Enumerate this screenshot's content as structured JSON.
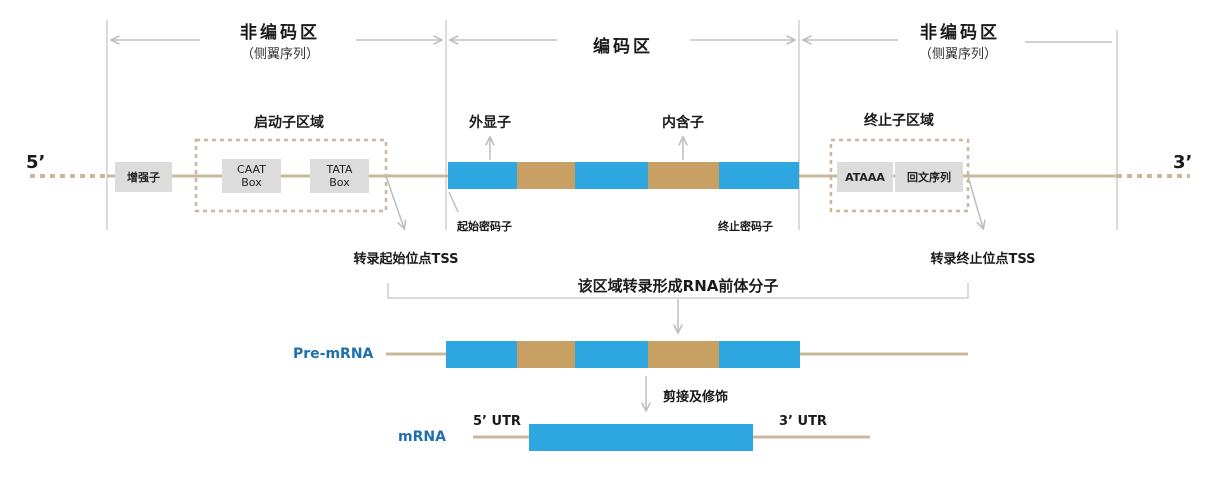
{
  "regions": {
    "left_noncoding": {
      "title": "非编码区",
      "subtitle": "（侧翼序列）"
    },
    "coding": {
      "title": "编码区"
    },
    "right_noncoding": {
      "title": "非编码区",
      "subtitle": "（侧翼序列）"
    }
  },
  "ends": {
    "five_prime": "5’",
    "three_prime": "3’"
  },
  "promoter": {
    "title": "启动子区域",
    "enhancer": "增强子",
    "caat": "CAAT\nBox",
    "tata": "TATA\nBox"
  },
  "coding_labels": {
    "exon": "外显子",
    "intron": "内含子",
    "start_codon": "起始密码子",
    "stop_codon": "终止密码子"
  },
  "terminator": {
    "title": "终止子区域",
    "ataaa": "ATAAA",
    "palindrome": "回文序列"
  },
  "tss": {
    "start": "转录起始位点TSS",
    "end": "转录终止位点TSS"
  },
  "transcribed_region": "该区域转录形成RNA前体分子",
  "pre_mrna": {
    "label": "Pre-mRNA"
  },
  "processing": "剪接及修饰",
  "mrna": {
    "label": "mRNA",
    "utr5": "5’ UTR",
    "utr3": "3’ UTR"
  },
  "colors": {
    "exon": "#2ea6e0",
    "intron": "#c8a064",
    "dna": "#c9b99a",
    "label_blue": "#1e6fb0",
    "line_gray": "#c4c4c4"
  }
}
